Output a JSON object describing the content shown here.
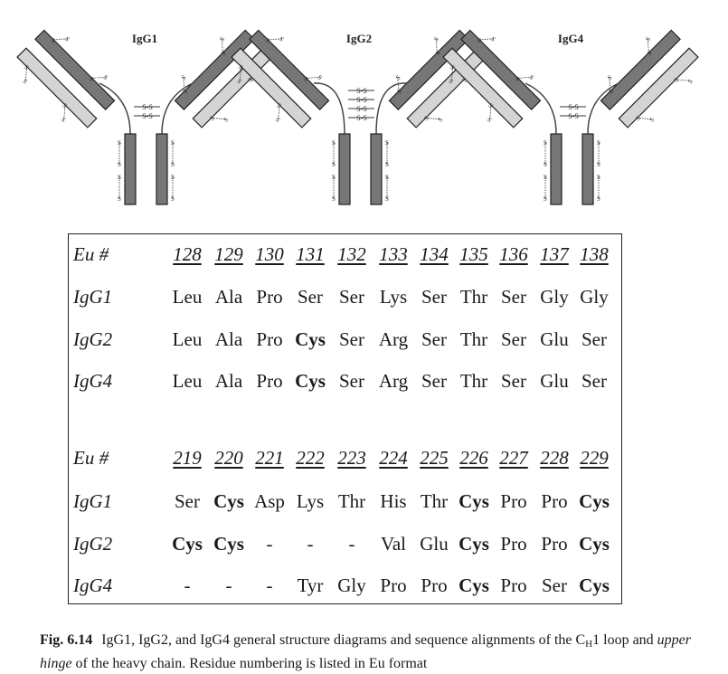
{
  "diagrams": [
    {
      "label": "IgG1"
    },
    {
      "label": "IgG2"
    },
    {
      "label": "IgG4"
    }
  ],
  "disulfide_label": "S-S",
  "sulfur_label": "S",
  "block1": {
    "header_label": "Eu #",
    "positions": [
      "128",
      "129",
      "130",
      "131",
      "132",
      "133",
      "134",
      "135",
      "136",
      "137",
      "138"
    ],
    "rows": [
      {
        "label": "IgG1",
        "residues": [
          {
            "t": "Leu",
            "b": false
          },
          {
            "t": "Ala",
            "b": false
          },
          {
            "t": "Pro",
            "b": false
          },
          {
            "t": "Ser",
            "b": false
          },
          {
            "t": "Ser",
            "b": false
          },
          {
            "t": "Lys",
            "b": false
          },
          {
            "t": "Ser",
            "b": false
          },
          {
            "t": "Thr",
            "b": false
          },
          {
            "t": "Ser",
            "b": false
          },
          {
            "t": "Gly",
            "b": false
          },
          {
            "t": "Gly",
            "b": false
          }
        ]
      },
      {
        "label": "IgG2",
        "residues": [
          {
            "t": "Leu",
            "b": false
          },
          {
            "t": "Ala",
            "b": false
          },
          {
            "t": "Pro",
            "b": false
          },
          {
            "t": "Cys",
            "b": true
          },
          {
            "t": "Ser",
            "b": false
          },
          {
            "t": "Arg",
            "b": false
          },
          {
            "t": "Ser",
            "b": false
          },
          {
            "t": "Thr",
            "b": false
          },
          {
            "t": "Ser",
            "b": false
          },
          {
            "t": "Glu",
            "b": false
          },
          {
            "t": "Ser",
            "b": false
          }
        ]
      },
      {
        "label": "IgG4",
        "residues": [
          {
            "t": "Leu",
            "b": false
          },
          {
            "t": "Ala",
            "b": false
          },
          {
            "t": "Pro",
            "b": false
          },
          {
            "t": "Cys",
            "b": true
          },
          {
            "t": "Ser",
            "b": false
          },
          {
            "t": "Arg",
            "b": false
          },
          {
            "t": "Ser",
            "b": false
          },
          {
            "t": "Thr",
            "b": false
          },
          {
            "t": "Ser",
            "b": false
          },
          {
            "t": "Glu",
            "b": false
          },
          {
            "t": "Ser",
            "b": false
          }
        ]
      }
    ]
  },
  "block2": {
    "header_label": "Eu #",
    "positions": [
      "219",
      "220",
      "221",
      "222",
      "223",
      "224",
      "225",
      "226",
      "227",
      "228",
      "229"
    ],
    "rows": [
      {
        "label": "IgG1",
        "residues": [
          {
            "t": "Ser",
            "b": false
          },
          {
            "t": "Cys",
            "b": true
          },
          {
            "t": "Asp",
            "b": false
          },
          {
            "t": "Lys",
            "b": false
          },
          {
            "t": "Thr",
            "b": false
          },
          {
            "t": "His",
            "b": false
          },
          {
            "t": "Thr",
            "b": false
          },
          {
            "t": "Cys",
            "b": true
          },
          {
            "t": "Pro",
            "b": false
          },
          {
            "t": "Pro",
            "b": false
          },
          {
            "t": "Cys",
            "b": true
          }
        ]
      },
      {
        "label": "IgG2",
        "residues": [
          {
            "t": "Cys",
            "b": true
          },
          {
            "t": "Cys",
            "b": true
          },
          {
            "t": "-",
            "b": false
          },
          {
            "t": "-",
            "b": false
          },
          {
            "t": "-",
            "b": false
          },
          {
            "t": "Val",
            "b": false
          },
          {
            "t": "Glu",
            "b": false
          },
          {
            "t": "Cys",
            "b": true
          },
          {
            "t": "Pro",
            "b": false
          },
          {
            "t": "Pro",
            "b": false
          },
          {
            "t": "Cys",
            "b": true
          }
        ]
      },
      {
        "label": "IgG4",
        "residues": [
          {
            "t": "-",
            "b": false
          },
          {
            "t": "-",
            "b": false
          },
          {
            "t": "-",
            "b": false
          },
          {
            "t": "Tyr",
            "b": false
          },
          {
            "t": "Gly",
            "b": false
          },
          {
            "t": "Pro",
            "b": false
          },
          {
            "t": "Pro",
            "b": false
          },
          {
            "t": "Cys",
            "b": true
          },
          {
            "t": "Pro",
            "b": false
          },
          {
            "t": "Ser",
            "b": false
          },
          {
            "t": "Cys",
            "b": true
          }
        ]
      }
    ]
  },
  "caption": {
    "fig_no": "Fig. 6.14",
    "text_a": "IgG1, IgG2, and IgG4 general structure diagrams and sequence alignments of the C",
    "text_sub": "H",
    "text_b": "1 loop and ",
    "text_italic": "upper hinge",
    "text_c": " of the heavy chain. Residue numbering is listed in Eu format"
  },
  "colors": {
    "dark_domain": "#777777",
    "light_domain": "#d4d4d4",
    "stroke": "#222222"
  }
}
